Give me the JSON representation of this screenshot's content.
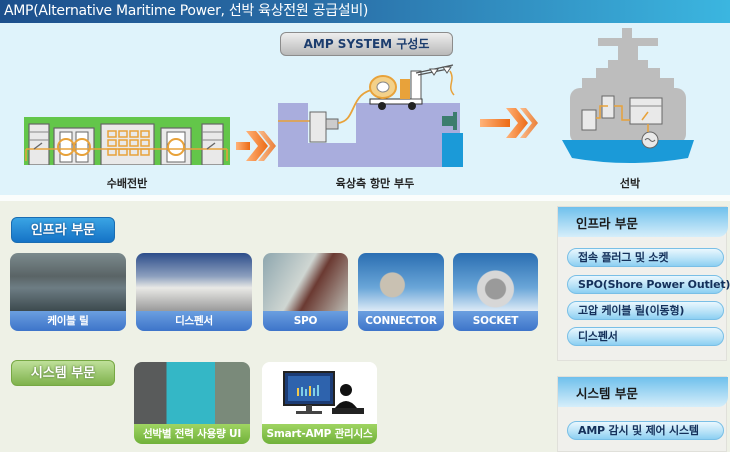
{
  "header": {
    "title": "AMP(Alternative Maritime Power, 선박 육상전원 공급설비)"
  },
  "diagram": {
    "title": "AMP SYSTEM 구성도",
    "nodes": [
      {
        "id": "switchboard",
        "label": "수배전반"
      },
      {
        "id": "pier",
        "label": "육상측 항만 부두"
      },
      {
        "id": "ship",
        "label": "선박"
      }
    ],
    "colors": {
      "background": "#dff3fb",
      "switchboard_green": "#63c64a",
      "pier_purple": "#a9addd",
      "water_blue": "#1b9ad8",
      "ship_gray": "#bdbdbd",
      "arrow_orange": "#f07a22",
      "cable_orange": "#e8a23a"
    }
  },
  "infra_section": {
    "label": "인프라 부문",
    "cards": [
      {
        "label": "케이블 릴"
      },
      {
        "label": "디스펜서"
      },
      {
        "label": "SPO"
      },
      {
        "label": "CONNECTOR"
      },
      {
        "label": "SOCKET"
      }
    ]
  },
  "system_section": {
    "label": "시스템 부문",
    "cards": [
      {
        "label": "선박별 전력 사용량 UI"
      },
      {
        "label": "Smart-AMP 관리시스템"
      }
    ]
  },
  "sidebar": {
    "infra_panel": {
      "title": "인프라 부문",
      "items": [
        {
          "label": "접속 플러그 및 소켓"
        },
        {
          "label": "SPO(Shore Power Outlet)"
        },
        {
          "label": "고압 케이블 릴(이동형)"
        },
        {
          "label": "디스펜서"
        }
      ]
    },
    "system_panel": {
      "title": "시스템 부문",
      "items": [
        {
          "label": "AMP 감시 및 제어 시스템"
        }
      ]
    }
  }
}
